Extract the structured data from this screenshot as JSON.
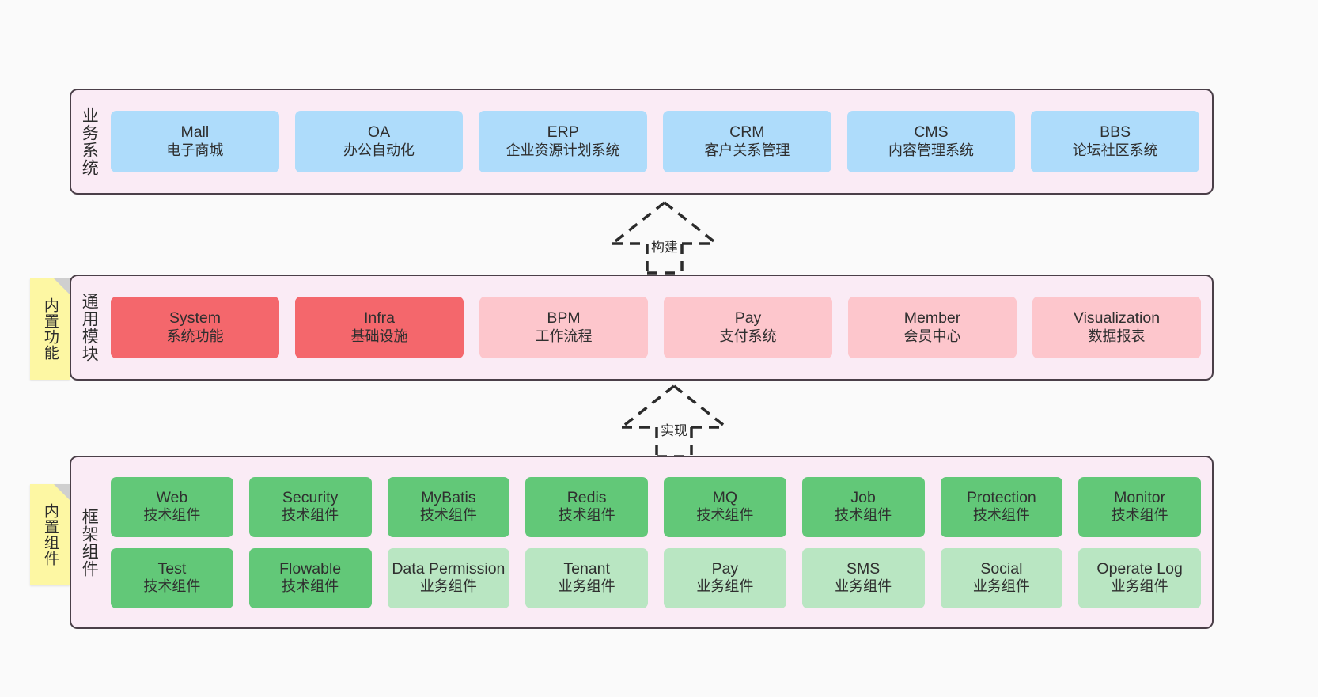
{
  "diagram": {
    "background_color": "#fafafa",
    "layer_fill": "#faebf5",
    "layer_border": "#4a3f48",
    "colors": {
      "business": "#aedcfb",
      "module_core": "#f4676c",
      "module_plain": "#fdc6cc",
      "component_tech": "#62c878",
      "component_biz": "#b9e6c2",
      "sticky": "#fdf7a3"
    }
  },
  "layers": {
    "business": {
      "title": "业务系统",
      "items": [
        {
          "en": "Mall",
          "cn": "电子商城"
        },
        {
          "en": "OA",
          "cn": "办公自动化"
        },
        {
          "en": "ERP",
          "cn": "企业资源计划系统"
        },
        {
          "en": "CRM",
          "cn": "客户关系管理"
        },
        {
          "en": "CMS",
          "cn": "内容管理系统"
        },
        {
          "en": "BBS",
          "cn": "论坛社区系统"
        }
      ]
    },
    "modules": {
      "title": "通用模块",
      "items": [
        {
          "en": "System",
          "cn": "系统功能",
          "style": "c-red"
        },
        {
          "en": "Infra",
          "cn": "基础设施",
          "style": "c-red"
        },
        {
          "en": "BPM",
          "cn": "工作流程",
          "style": "c-pink"
        },
        {
          "en": "Pay",
          "cn": "支付系统",
          "style": "c-pink"
        },
        {
          "en": "Member",
          "cn": "会员中心",
          "style": "c-pink"
        },
        {
          "en": "Visualization",
          "cn": "数据报表",
          "style": "c-pink"
        }
      ]
    },
    "framework": {
      "title": "框架组件",
      "row1": [
        {
          "en": "Web",
          "cn": "技术组件",
          "style": "c-green"
        },
        {
          "en": "Security",
          "cn": "技术组件",
          "style": "c-green"
        },
        {
          "en": "MyBatis",
          "cn": "技术组件",
          "style": "c-green"
        },
        {
          "en": "Redis",
          "cn": "技术组件",
          "style": "c-green"
        },
        {
          "en": "MQ",
          "cn": "技术组件",
          "style": "c-green"
        },
        {
          "en": "Job",
          "cn": "技术组件",
          "style": "c-green"
        },
        {
          "en": "Protection",
          "cn": "技术组件",
          "style": "c-green"
        },
        {
          "en": "Monitor",
          "cn": "技术组件",
          "style": "c-green"
        }
      ],
      "row2": [
        {
          "en": "Test",
          "cn": "技术组件",
          "style": "c-green"
        },
        {
          "en": "Flowable",
          "cn": "技术组件",
          "style": "c-green"
        },
        {
          "en": "Data Permission",
          "cn": "业务组件",
          "style": "c-lightgreen"
        },
        {
          "en": "Tenant",
          "cn": "业务组件",
          "style": "c-lightgreen"
        },
        {
          "en": "Pay",
          "cn": "业务组件",
          "style": "c-lightgreen"
        },
        {
          "en": "SMS",
          "cn": "业务组件",
          "style": "c-lightgreen"
        },
        {
          "en": "Social",
          "cn": "业务组件",
          "style": "c-lightgreen"
        },
        {
          "en": "Operate Log",
          "cn": "业务组件",
          "style": "c-lightgreen"
        }
      ]
    }
  },
  "stickies": [
    {
      "label": "内置功能"
    },
    {
      "label": "内置组件"
    }
  ],
  "connectors": [
    {
      "label": "构建"
    },
    {
      "label": "实现"
    }
  ]
}
